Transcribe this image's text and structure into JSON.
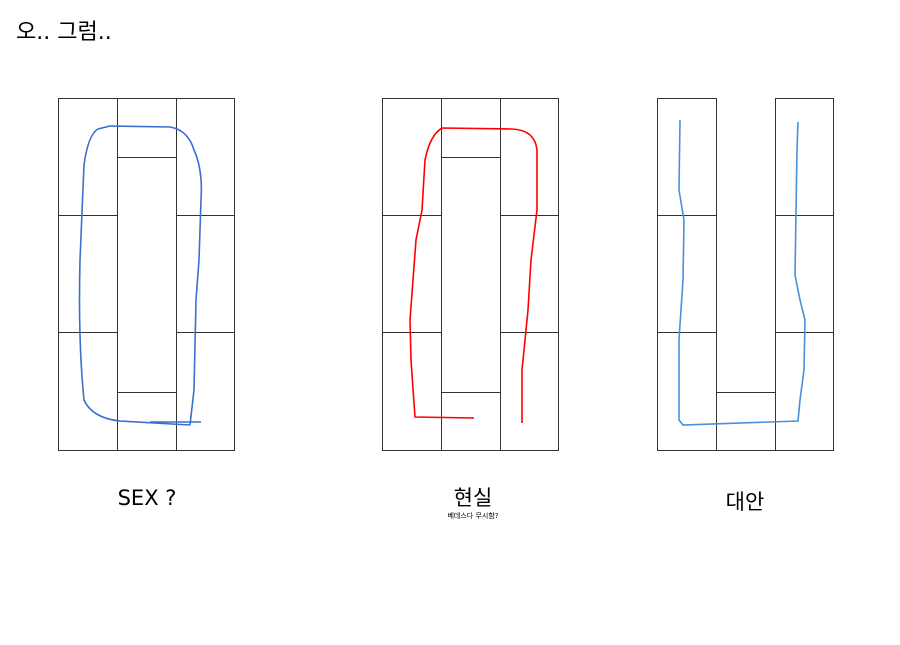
{
  "title": "오.. 그럼..",
  "figures": [
    {
      "caption": "SEX ?",
      "stroke_color": "#3a6fd0"
    },
    {
      "caption": "현실",
      "note": "베데스다 무시함?",
      "stroke_color": "#ff0000"
    },
    {
      "caption": "대안",
      "stroke_color": "#4a90d9"
    }
  ]
}
